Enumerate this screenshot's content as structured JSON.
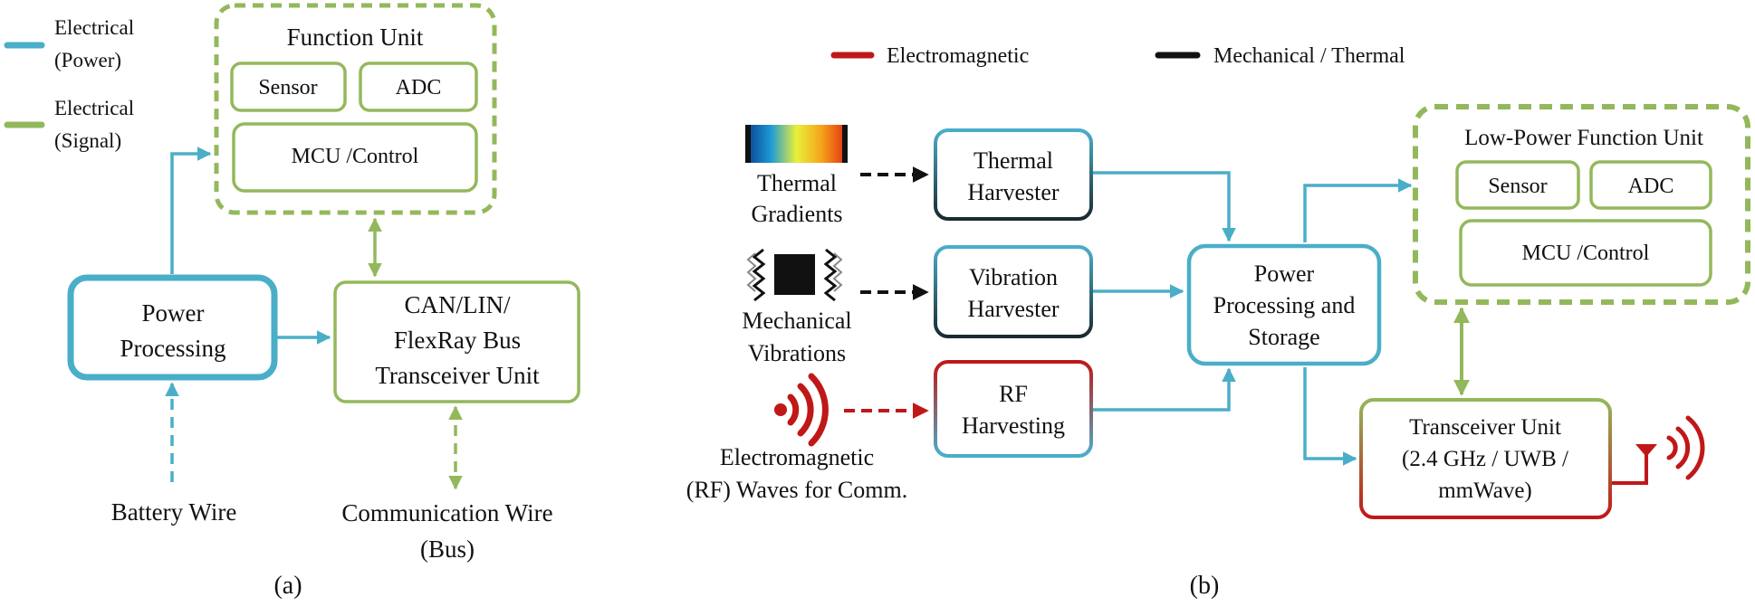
{
  "colors": {
    "power": "#4aaec9",
    "signal": "#93b85c",
    "electromagnetic": "#c01818",
    "mechanical": "#111111"
  },
  "panel_a": {
    "legend": {
      "power_line1": "Electrical",
      "power_line2": "(Power)",
      "signal_line1": "Electrical",
      "signal_line2": "(Signal)"
    },
    "function_unit": {
      "title": "Function Unit",
      "sensor": "Sensor",
      "adc": "ADC",
      "mcu": "MCU /Control"
    },
    "power_processing": {
      "line1": "Power",
      "line2": "Processing"
    },
    "transceiver": {
      "line1": "CAN/LIN/",
      "line2": "FlexRay Bus",
      "line3": "Transceiver Unit"
    },
    "battery_wire": "Battery Wire",
    "communication_wire": {
      "line1": "Communication Wire",
      "line2": "(Bus)"
    },
    "caption": "(a)"
  },
  "panel_b": {
    "legend": {
      "electromagnetic": "Electromagnetic",
      "mechanical_thermal": "Mechanical / Thermal"
    },
    "sources": {
      "thermal": {
        "line1": "Thermal",
        "line2": "Gradients"
      },
      "mechanical": {
        "line1": "Mechanical",
        "line2": "Vibrations"
      },
      "rf": {
        "line1": "Electromagnetic",
        "line2": "(RF) Waves for Comm."
      }
    },
    "harvesters": {
      "thermal": {
        "line1": "Thermal",
        "line2": "Harvester"
      },
      "vibration": {
        "line1": "Vibration",
        "line2": "Harvester"
      },
      "rf": {
        "line1": "RF",
        "line2": "Harvesting"
      }
    },
    "power_storage": {
      "line1": "Power",
      "line2": "Processing and",
      "line3": "Storage"
    },
    "function_unit": {
      "title": "Low-Power Function Unit",
      "sensor": "Sensor",
      "adc": "ADC",
      "mcu": "MCU /Control"
    },
    "transceiver": {
      "line1": "Transceiver Unit",
      "line2": "(2.4 GHz / UWB /",
      "line3": "mmWave)"
    },
    "caption": "(b)"
  }
}
